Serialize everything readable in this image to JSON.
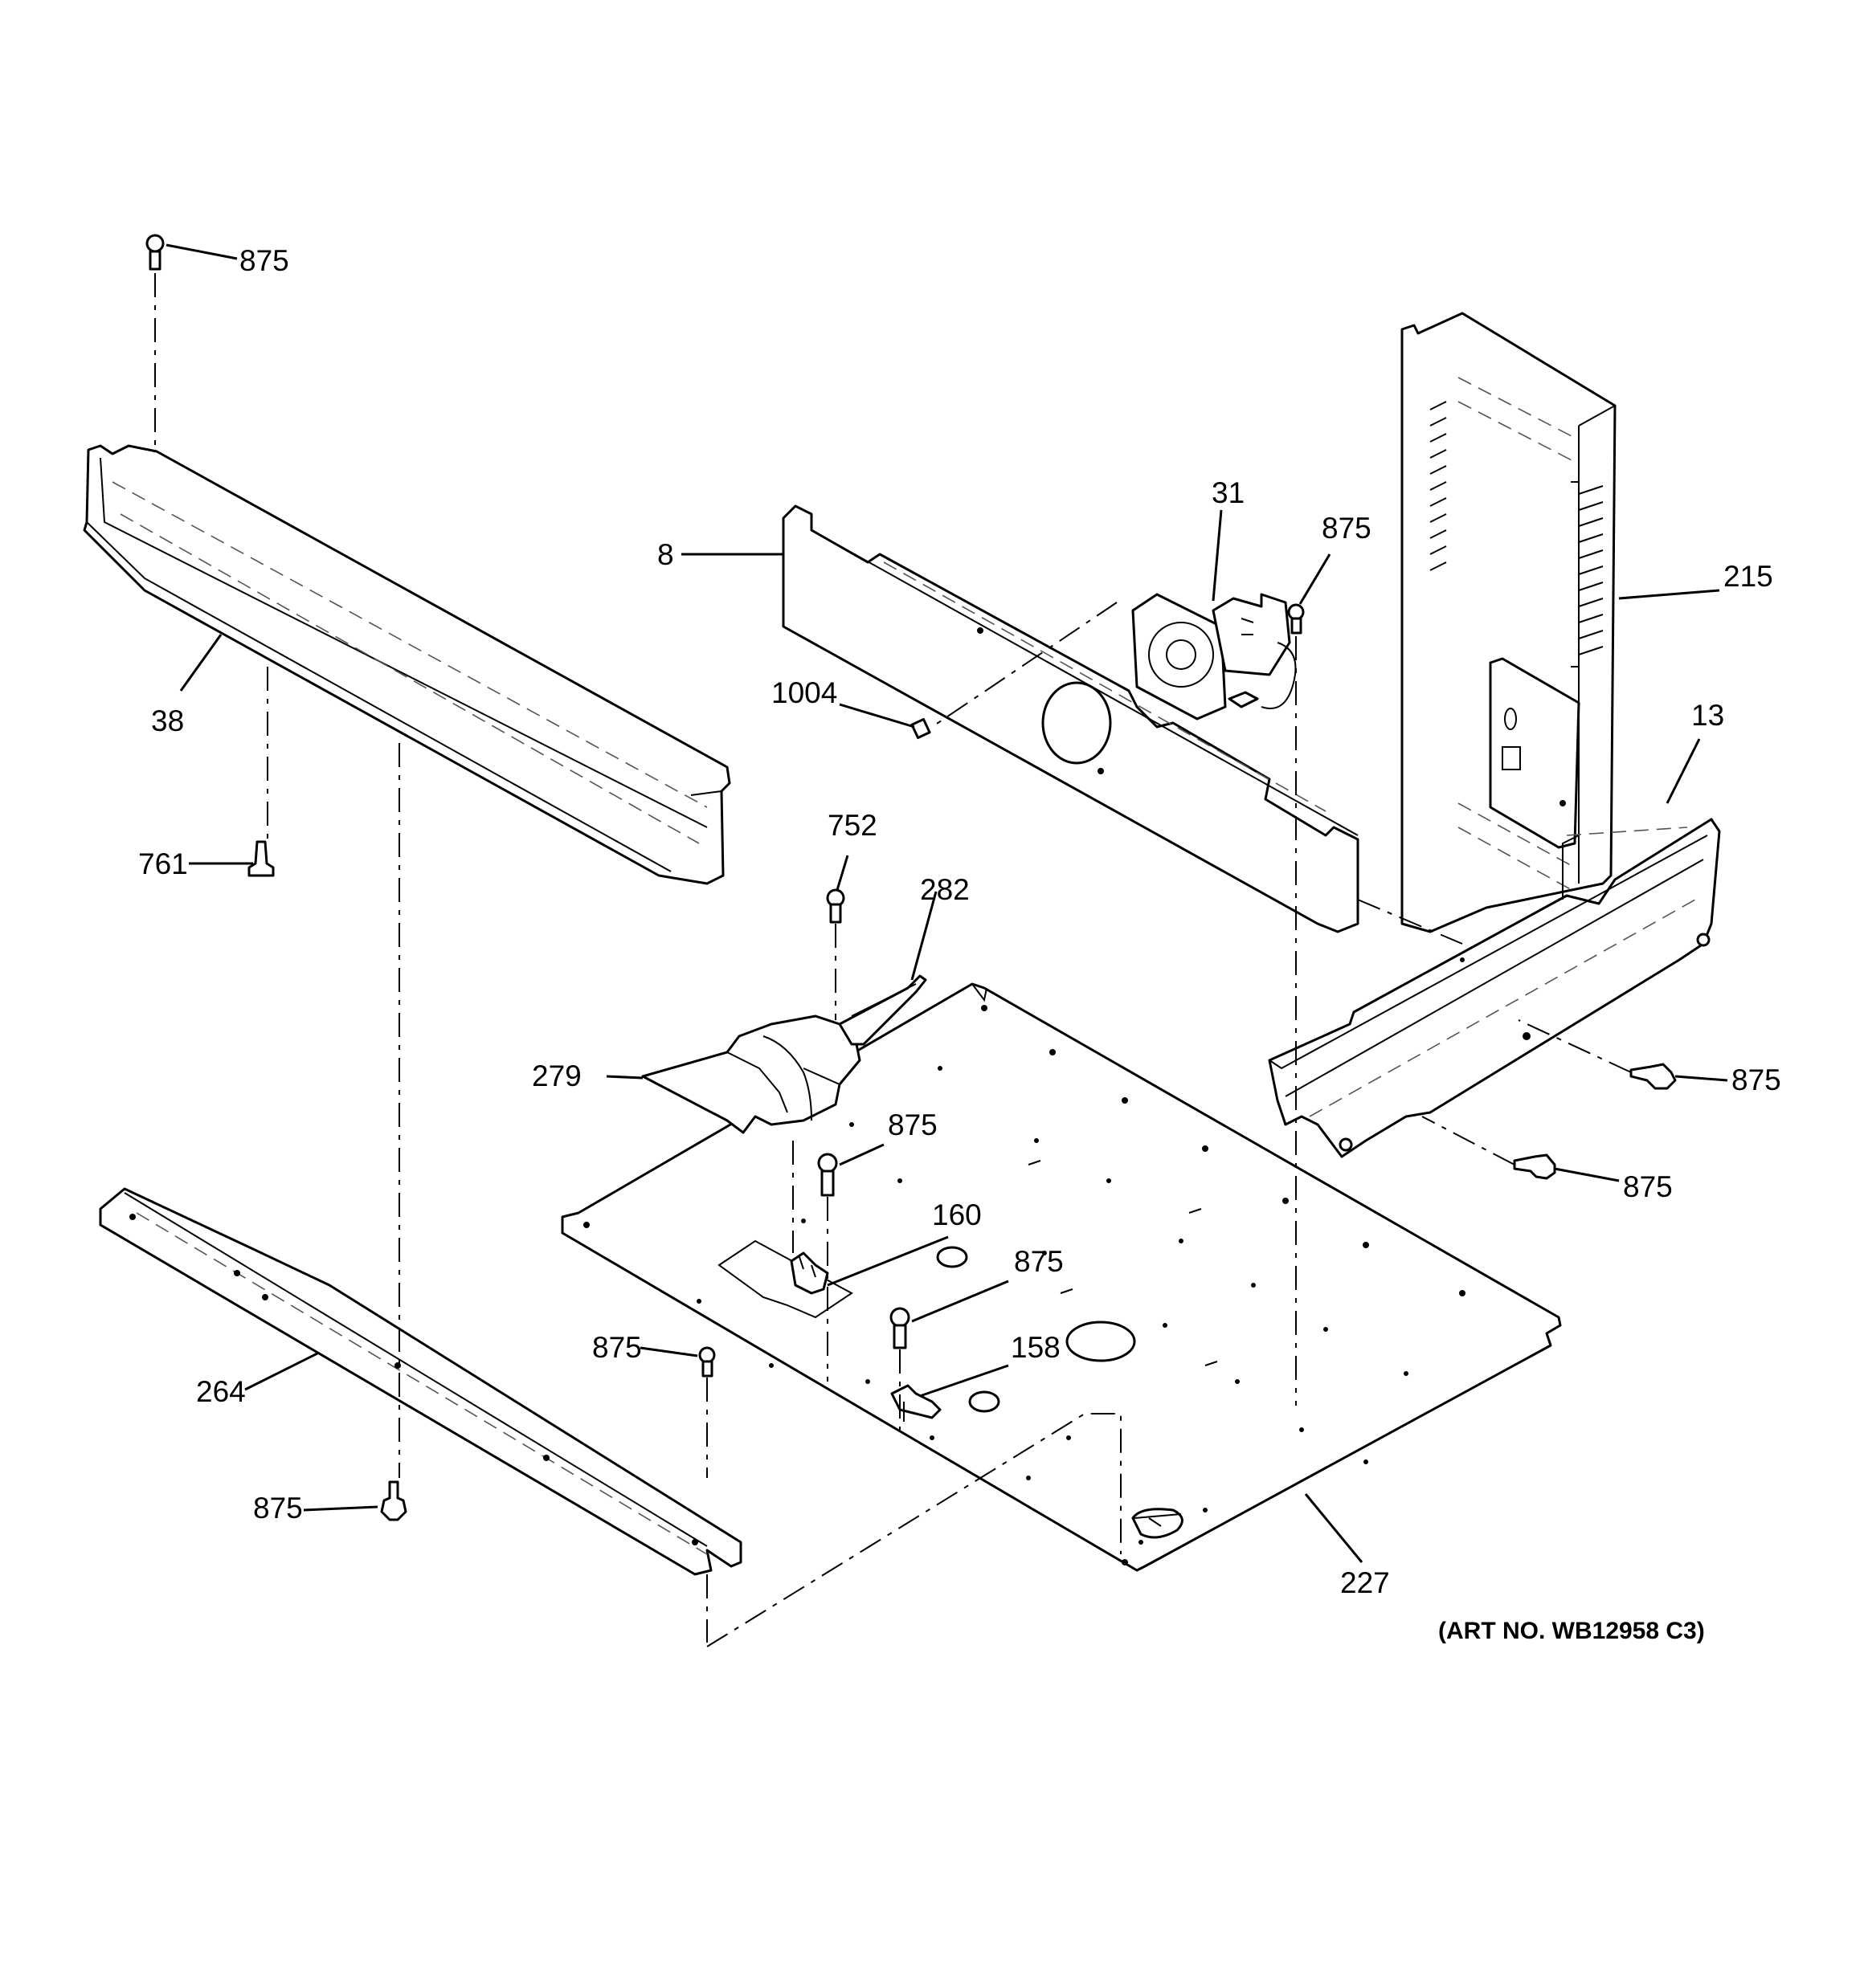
{
  "callouts": {
    "c875_top_left": "875",
    "c38": "38",
    "c761": "761",
    "c264": "264",
    "c875_bottom_left": "875",
    "c8": "8",
    "c1004": "1004",
    "c31": "31",
    "c875_fan": "875",
    "c215": "215",
    "c13": "13",
    "c752": "752",
    "c282": "282",
    "c279": "279",
    "c875_mid": "875",
    "c160": "160",
    "c875_lower_mid": "875",
    "c158": "158",
    "c875_left_screw": "875",
    "c875_right_upper": "875",
    "c875_right_lower": "875",
    "c227": "227"
  },
  "art_number": "(ART NO. WB12958 C3)"
}
